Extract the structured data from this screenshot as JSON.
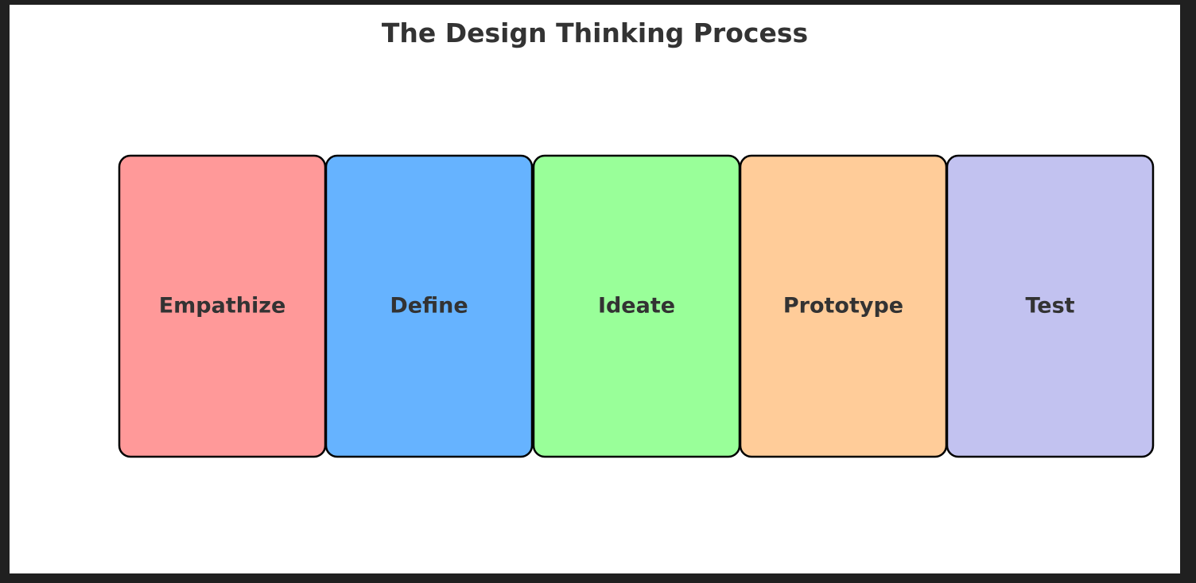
{
  "title": "The Design Thinking Process",
  "stages": [
    {
      "label": "Empathize",
      "color": "#ff9999"
    },
    {
      "label": "Define",
      "color": "#66b3ff"
    },
    {
      "label": "Ideate",
      "color": "#99ff99"
    },
    {
      "label": "Prototype",
      "color": "#ffcc99"
    },
    {
      "label": "Test",
      "color": "#c2c2f0"
    }
  ]
}
